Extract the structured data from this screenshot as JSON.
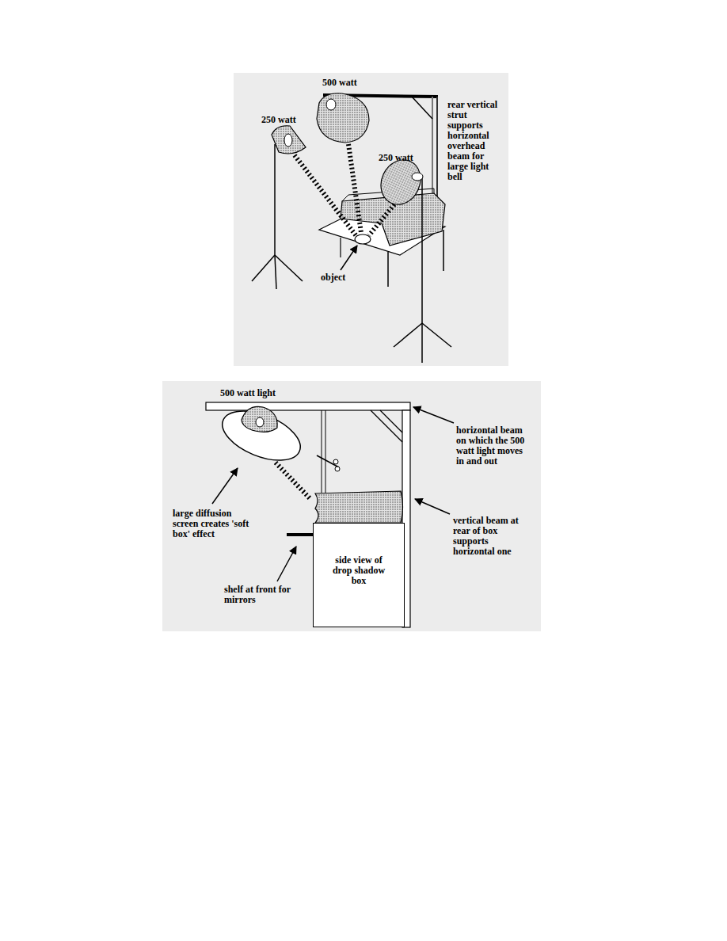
{
  "diagram": {
    "nodes": [
      {
        "text": [
          "side view of drop shadow box"
        ]
      }
    ],
    "labels": [
      "500 watt",
      "250 watt",
      "rear vertical strut supports horizontal overhead beam for large light bell",
      "250 watt",
      "object",
      "500 watt light",
      "horizontal beam on which the 500 watt light moves in and out",
      "large diffusion screen creates 'soft box' effect",
      "vertical beam at rear of box supports horizontal one",
      "shelf at front for mirrors"
    ]
  }
}
